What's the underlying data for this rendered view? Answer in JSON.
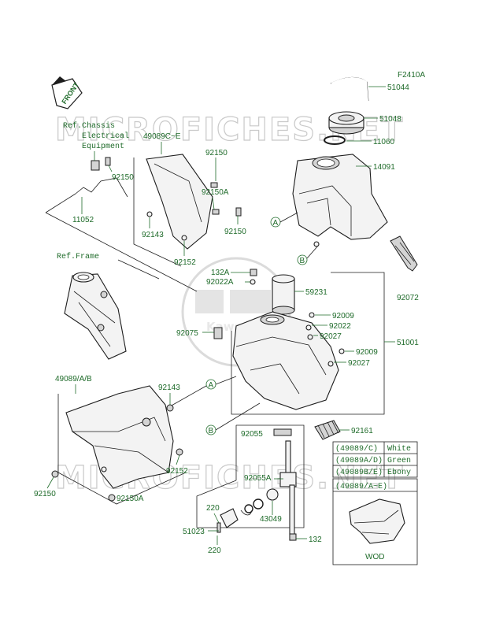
{
  "figure_id": "F2410A",
  "front_tag": "FRONT",
  "watermark": {
    "site": "MICROFICHES.NET",
    "brand": "Kawasaki"
  },
  "refs": {
    "chassis_line1": "Ref.Chassis",
    "chassis_line2": "Electrical",
    "chassis_line3": "Equipment",
    "frame": "Ref.Frame"
  },
  "parts": {
    "p51044": "51044",
    "p51048": "51048",
    "p11060": "11060",
    "p14091": "14091",
    "p92072": "92072",
    "p49089ce": "49089C~E",
    "p92150_a": "92150",
    "p92150a_a": "92150A",
    "p92150_b": "92150",
    "p92143_a": "92143",
    "p92152_a": "92152",
    "p92150_c": "92150",
    "p11052": "11052",
    "p132a": "132A",
    "p92022a": "92022A",
    "p59231": "59231",
    "p92009_a": "92009",
    "p92022": "92022",
    "p92027_a": "92027",
    "p92075": "92075",
    "p51001": "51001",
    "p92009_b": "92009",
    "p92027_b": "92027",
    "p49089ab": "49089/A/B",
    "p92143_b": "92143",
    "p92152_b": "92152",
    "p92150_d": "92150",
    "p92150a_b": "92150A",
    "p92055": "92055",
    "p92055a": "92055A",
    "p43049": "43049",
    "p220_a": "220",
    "p220_b": "220",
    "p51023": "51023",
    "p132": "132",
    "p92161": "92161"
  },
  "callouts": {
    "a1": "A",
    "b1": "B",
    "a2": "A",
    "b2": "B"
  },
  "color_table": [
    {
      "code": "(49089/C)",
      "color": "White"
    },
    {
      "code": "(49089A/D)",
      "color": "Green"
    },
    {
      "code": "(49089B/E)",
      "color": "Ebony"
    }
  ],
  "inset": {
    "code": "(49089/A~E)",
    "caption": "WOD"
  },
  "colors": {
    "label_green": "#1f6b2a",
    "line": "#1d1d1d"
  }
}
